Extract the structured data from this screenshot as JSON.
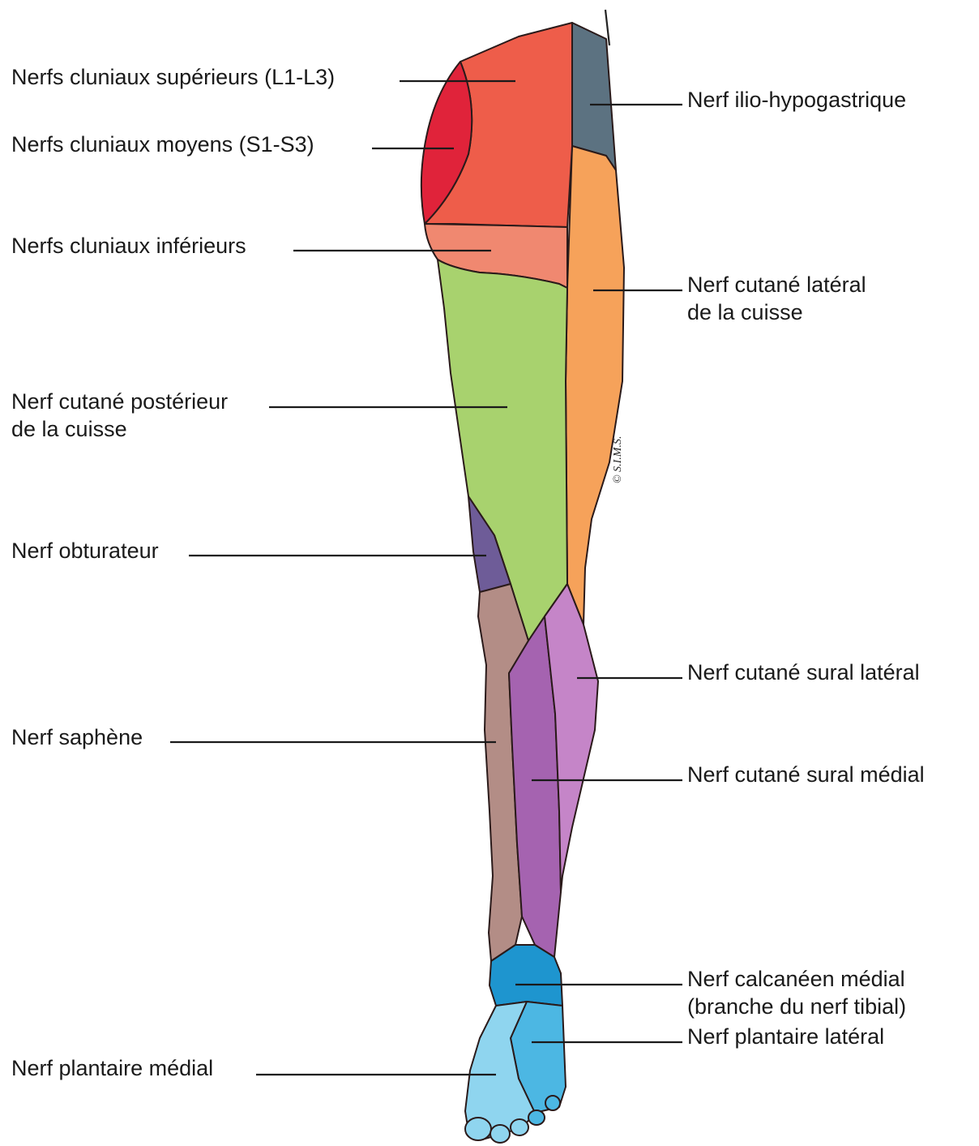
{
  "labels": {
    "cluniaux_sup": "Nerfs cluniaux supérieurs (L1-L3)",
    "cluniaux_moy": "Nerfs cluniaux moyens (S1-S3)",
    "cluniaux_inf": "Nerfs cluniaux inférieurs",
    "post_cuisse_1": "Nerf cutané postérieur",
    "post_cuisse_2": "de la cuisse",
    "obturateur": "Nerf obturateur",
    "saphene": "Nerf saphène",
    "plantaire_med": "Nerf plantaire médial",
    "ilio": "Nerf ilio-hypogastrique",
    "lat_cuisse_1": "Nerf cutané latéral",
    "lat_cuisse_2": "de la cuisse",
    "sural_lat": "Nerf cutané sural latéral",
    "sural_med": "Nerf cutané sural médial",
    "calcaneen_1": "Nerf calcanéen médial",
    "calcaneen_2": "(branche du nerf tibial)",
    "plantaire_lat": "Nerf plantaire latéral"
  },
  "copyright": "© S.I.M.S.",
  "colors": {
    "cluniaux_sup": "#ee5d4a",
    "cluniaux_moy": "#e0233a",
    "cluniaux_inf": "#f08870",
    "ilio": "#5c7281",
    "lat_cuisse": "#f6a25a",
    "post_cuisse": "#a8d26e",
    "obturateur": "#6e5c98",
    "saphene": "#b38d86",
    "sural_lat": "#c585c8",
    "sural_med": "#a563b0",
    "calcaneen": "#1e95cf",
    "plantaire_lat": "#4cb7e3",
    "plantaire_med": "#8fd5ef"
  }
}
